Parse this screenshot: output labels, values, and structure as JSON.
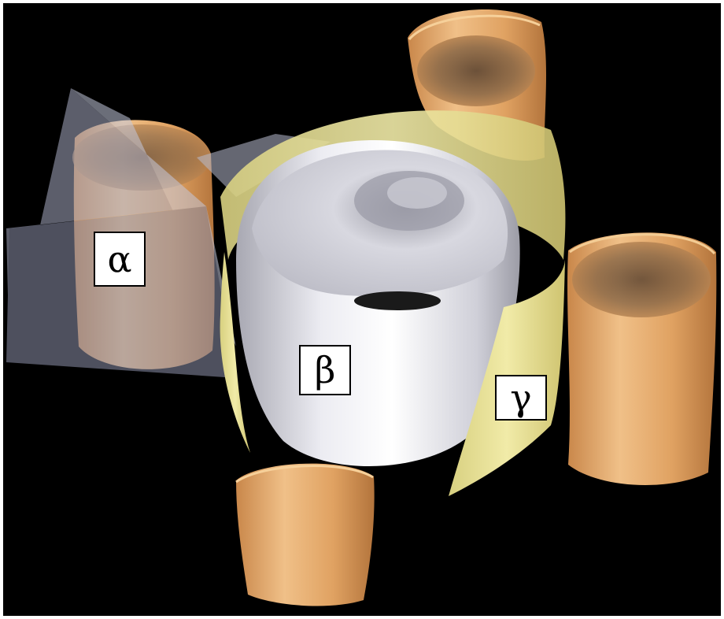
{
  "labels": {
    "alpha": "α",
    "beta": "β",
    "gamma": "γ"
  },
  "colors": {
    "background": "#000000",
    "tube": "#e3a868",
    "central_surface": "#e6e6ec",
    "band": "#e9e39a",
    "plane": "#a8acc4"
  }
}
